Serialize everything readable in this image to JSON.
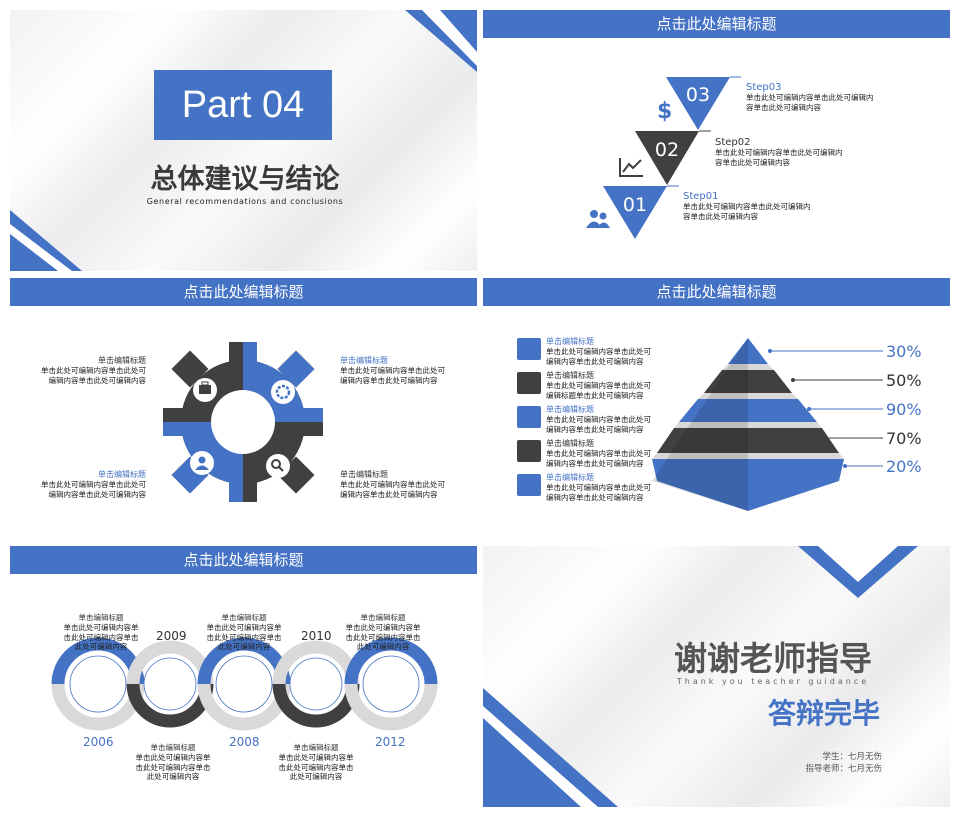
{
  "colors": {
    "accent": "#4472c4",
    "dark": "#404040",
    "gray": "#d9d9d9"
  },
  "slide1": {
    "part": "Part 04",
    "title": "总体建议与结论",
    "subtitle": "General recommendations and conclusions"
  },
  "slide2": {
    "header": "点击此处编辑标题",
    "steps": [
      {
        "num": "03",
        "label": "Step03",
        "text": "单击此处可编辑内容单击此处可编辑内容单击此处可编辑内容",
        "icon": "dollar-icon"
      },
      {
        "num": "02",
        "label": "Step02",
        "text": "单击此处可编辑内容单击此处可编辑内容单击此处可编辑内容",
        "icon": "chart-trend-icon"
      },
      {
        "num": "01",
        "label": "Step01",
        "text": "单击此处可编辑内容单击此处可编辑内容单击此处可编辑内容",
        "icon": "users-icon"
      }
    ]
  },
  "slide3": {
    "header": "点击此处编辑标题",
    "items": [
      {
        "title": "单击编辑标题",
        "text": "单击此处可编辑内容单击此处可编辑内容单击此处可编辑内容"
      },
      {
        "title": "单击编辑标题",
        "text": "单击此处可编辑内容单击此处可编辑内容单击此处可编辑内容"
      },
      {
        "title": "单击编辑标题",
        "text": "单击此处可编辑内容单击此处可编辑内容单击此处可编辑内容"
      },
      {
        "title": "单击编辑标题",
        "text": "单击此处可编辑内容单击此处可编辑内容单击此处可编辑内容"
      }
    ]
  },
  "slide4": {
    "header": "点击此处编辑标题",
    "items": [
      {
        "title": "单击编辑标题",
        "text": "单击此处可编辑内容单击此处可编辑内容单击此处可编辑内容",
        "pct": "30%"
      },
      {
        "title": "单击编辑标题",
        "text": "单击此处可编辑内容单击此处可编辑标题单击此处可编辑内容",
        "pct": "50%"
      },
      {
        "title": "单击编辑标题",
        "text": "单击此处可编辑内容单击此处可编辑内容单击此处可编辑内容",
        "pct": "90%"
      },
      {
        "title": "单击编辑标题",
        "text": "单击此处可编辑内容单击此处可编辑内容单击此处可编辑内容",
        "pct": "70%"
      },
      {
        "title": "单击编辑标题",
        "text": "单击此处可编辑内容单击此处可编辑内容单击此处可编辑内容",
        "pct": "20%"
      }
    ]
  },
  "slide5": {
    "header": "点击此处编辑标题",
    "years": [
      "2006",
      "2009",
      "2008",
      "2010",
      "2012"
    ],
    "items": [
      {
        "title": "单击编辑标题",
        "text": "单击此处可编辑内容单击此处可编辑内容单击此处可编辑内容"
      },
      {
        "title": "单击编辑标题",
        "text": "单击此处可编辑内容单击此处可编辑内容单击此处可编辑内容"
      },
      {
        "title": "单击编辑标题",
        "text": "单击此处可编辑内容单击此处可编辑内容单击此处可编辑内容"
      },
      {
        "title": "单击编辑标题",
        "text": "单击此处可编辑内容单击此处可编辑内容单击此处可编辑内容"
      },
      {
        "title": "单击编辑标题",
        "text": "单击此处可编辑内容单击此处可编辑内容单击此处可编辑内容"
      }
    ]
  },
  "slide6": {
    "title": "谢谢老师指导",
    "subtitle": "Thank you teacher guidance",
    "sub2": "答辩完毕",
    "student": "学生：七月无伤",
    "advisor": "指导老师：七月无伤"
  }
}
